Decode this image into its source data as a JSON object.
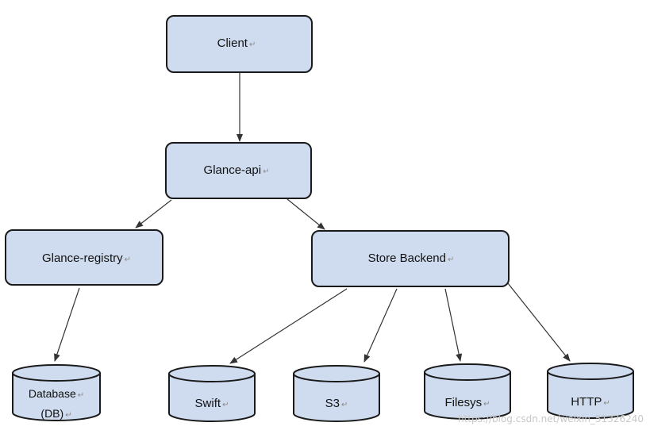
{
  "colors": {
    "box_fill": "#cfdcef",
    "box_stroke": "#1a1a1a",
    "edge": "#333333",
    "return_mark": "#8a8a8a"
  },
  "return_mark": "↵",
  "nodes": {
    "client": {
      "label": "Client"
    },
    "glance_api": {
      "label": "Glance-api"
    },
    "glance_registry": {
      "label": "Glance-registry"
    },
    "store_backend": {
      "label": "Store Backend"
    }
  },
  "stores": {
    "database": {
      "label_line1": "Database",
      "label_line2": "(DB)"
    },
    "swift": {
      "label": "Swift"
    },
    "s3": {
      "label": "S3"
    },
    "filesys": {
      "label": "Filesys"
    },
    "http": {
      "label": "HTTP"
    }
  },
  "watermark": "https://blog.csdn.net/weixin_51326240"
}
